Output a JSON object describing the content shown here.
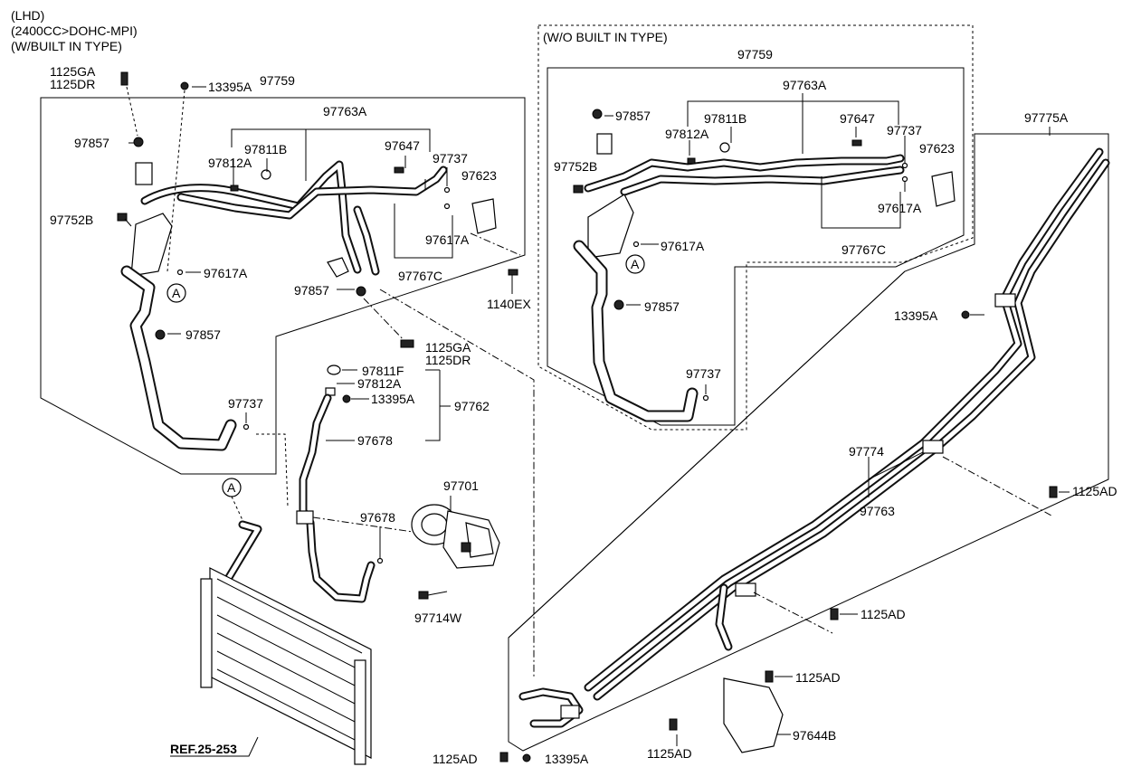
{
  "header": {
    "line1": "(LHD)",
    "line2": "(2400CC>DOHC-MPI)",
    "line3": "(W/BUILT IN TYPE)"
  },
  "inset": {
    "title": "(W/O BUILT IN TYPE)"
  },
  "left_group": {
    "p1125GA": "1125GA",
    "p1125DR": "1125DR",
    "p13395A": "13395A",
    "p97759": "97759",
    "p97763A": "97763A",
    "p97857_top": "97857",
    "p97811B": "97811B",
    "p97812A": "97812A",
    "p97647": "97647",
    "p97737_top": "97737",
    "p97623": "97623",
    "p97752B": "97752B",
    "p97617A_right": "97617A",
    "p97617A_left": "97617A",
    "p97767C": "97767C",
    "p1140EX": "1140EX",
    "p97857_mid": "97857",
    "p97857_low": "97857",
    "callout_A": "A",
    "p97737_low": "97737"
  },
  "mid_group": {
    "p1125GA": "1125GA",
    "p1125DR": "1125DR",
    "p97811F": "97811F",
    "p97812A": "97812A",
    "p13395A": "13395A",
    "p97762": "97762",
    "p97678_upper": "97678",
    "p97701": "97701",
    "p97678_lower": "97678",
    "p97714W": "97714W",
    "callout_A": "A",
    "ref": "REF.25-253"
  },
  "inset_group": {
    "p97759": "97759",
    "p97763A": "97763A",
    "p97857_top": "97857",
    "p97811B": "97811B",
    "p97812A": "97812A",
    "p97647": "97647",
    "p97737_top": "97737",
    "p97623": "97623",
    "p97752B": "97752B",
    "p97617A_right": "97617A",
    "p97617A_left": "97617A",
    "p97767C": "97767C",
    "p97857_low": "97857",
    "callout_A": "A",
    "p97737_low": "97737"
  },
  "right_group": {
    "p97775A": "97775A",
    "p13395A": "13395A",
    "p97774": "97774",
    "p97763": "97763",
    "p1125AD_1": "1125AD",
    "p1125AD_2": "1125AD",
    "p1125AD_3": "1125AD",
    "p1125AD_4": "1125AD",
    "p1125AD_5": "1125AD",
    "p13395A_bottom": "13395A",
    "p97644B": "97644B"
  }
}
